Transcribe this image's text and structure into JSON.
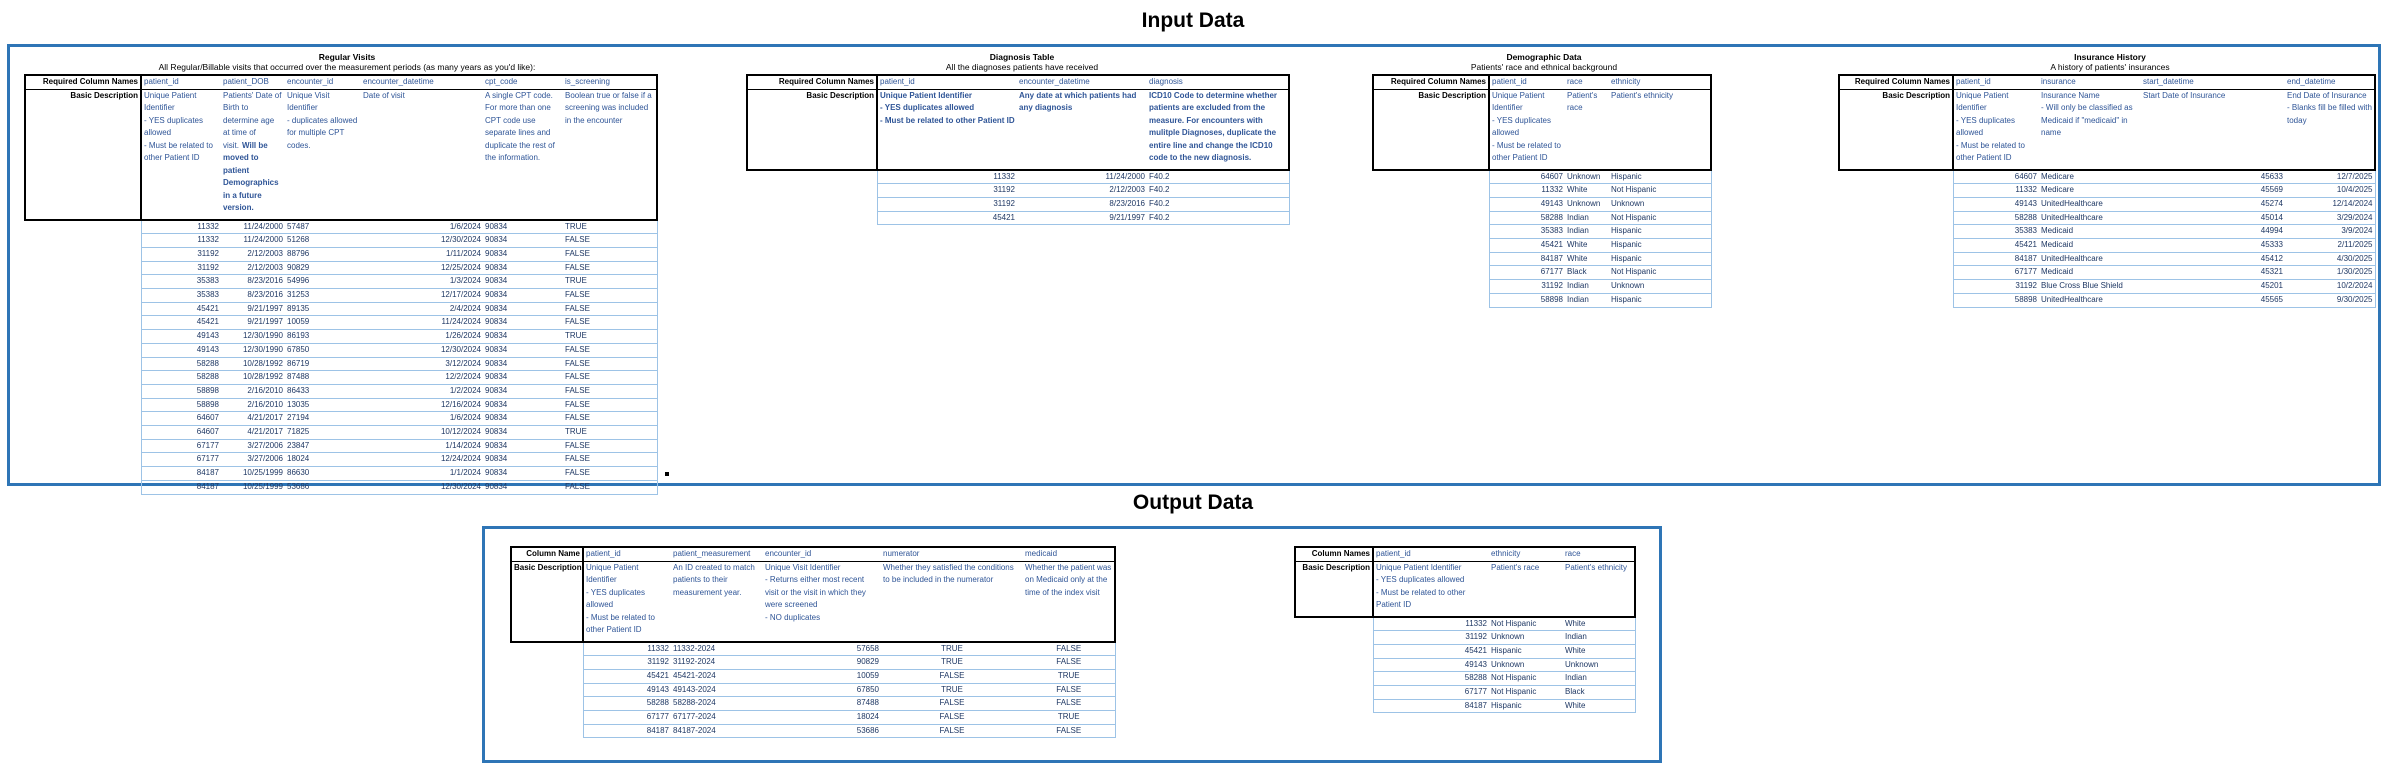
{
  "titles": {
    "input": "Input Data",
    "output": "Output Data"
  },
  "row_labels": {
    "required": "Required Column Names",
    "basic": "Basic Description",
    "column_name": "Column Name",
    "column_names": "Column Names"
  },
  "regular_visits": {
    "title": "Regular Visits",
    "subtitle": "All Regular/Billable visits that occurred over the measurement periods (as many years as you'd like):",
    "columns": [
      "patient_id",
      "patient_DOB",
      "encounter_id",
      "encounter_datetime",
      "cpt_code",
      "is_screening"
    ],
    "descriptions": [
      [
        "Unique Patient Identifier",
        "- YES duplicates allowed",
        "- Must be related to other Patient ID"
      ],
      [
        "Patients' Date of Birth to determine age at time of visit.",
        "Will be moved to patient Demographics in a future version."
      ],
      [
        "Unique Visit Identifier",
        "- duplicates allowed for multiple CPT codes."
      ],
      [
        "Date of visit"
      ],
      [
        "A single CPT code. For more than one CPT code use separate lines and duplicate the rest of the information."
      ],
      [
        "Boolean true or false if a screening was included in the encounter"
      ]
    ],
    "rows": [
      [
        "11332",
        "11/24/2000",
        "57487",
        "1/6/2024",
        "90834",
        "TRUE"
      ],
      [
        "11332",
        "11/24/2000",
        "51268",
        "12/30/2024",
        "90834",
        "FALSE"
      ],
      [
        "31192",
        "2/12/2003",
        "88796",
        "1/11/2024",
        "90834",
        "FALSE"
      ],
      [
        "31192",
        "2/12/2003",
        "90829",
        "12/25/2024",
        "90834",
        "FALSE"
      ],
      [
        "35383",
        "8/23/2016",
        "54996",
        "1/3/2024",
        "90834",
        "TRUE"
      ],
      [
        "35383",
        "8/23/2016",
        "31253",
        "12/17/2024",
        "90834",
        "FALSE"
      ],
      [
        "45421",
        "9/21/1997",
        "89135",
        "2/4/2024",
        "90834",
        "FALSE"
      ],
      [
        "45421",
        "9/21/1997",
        "10059",
        "11/24/2024",
        "90834",
        "FALSE"
      ],
      [
        "49143",
        "12/30/1990",
        "86193",
        "1/26/2024",
        "90834",
        "TRUE"
      ],
      [
        "49143",
        "12/30/1990",
        "67850",
        "12/30/2024",
        "90834",
        "FALSE"
      ],
      [
        "58288",
        "10/28/1992",
        "86719",
        "3/12/2024",
        "90834",
        "FALSE"
      ],
      [
        "58288",
        "10/28/1992",
        "87488",
        "12/2/2024",
        "90834",
        "FALSE"
      ],
      [
        "58898",
        "2/16/2010",
        "86433",
        "1/2/2024",
        "90834",
        "FALSE"
      ],
      [
        "58898",
        "2/16/2010",
        "13035",
        "12/16/2024",
        "90834",
        "FALSE"
      ],
      [
        "64607",
        "4/21/2017",
        "27194",
        "1/6/2024",
        "90834",
        "FALSE"
      ],
      [
        "64607",
        "4/21/2017",
        "71825",
        "10/12/2024",
        "90834",
        "TRUE"
      ],
      [
        "67177",
        "3/27/2006",
        "23847",
        "1/14/2024",
        "90834",
        "FALSE"
      ],
      [
        "67177",
        "3/27/2006",
        "18024",
        "12/24/2024",
        "90834",
        "FALSE"
      ],
      [
        "84187",
        "10/25/1999",
        "86630",
        "1/1/2024",
        "90834",
        "FALSE"
      ],
      [
        "84187",
        "10/25/1999",
        "53686",
        "12/30/2024",
        "90834",
        "FALSE"
      ]
    ]
  },
  "diagnosis": {
    "title": "Diagnosis Table",
    "subtitle": "All the diagnoses patients have received",
    "columns": [
      "patient_id",
      "encounter_datetime",
      "diagnosis"
    ],
    "descriptions": [
      [
        "Unique Patient Identifier",
        "- YES duplicates allowed",
        "- Must be related to other Patient ID"
      ],
      [
        "Any date at which patients had any diagnosis"
      ],
      [
        "ICD10 Code to determine whether patients are excluded from the measure. For encounters with mulitple Diagnoses, duplicate the entire line and change the ICD10 code to the new diagnosis."
      ]
    ],
    "rows": [
      [
        "11332",
        "11/24/2000",
        "F40.2"
      ],
      [
        "31192",
        "2/12/2003",
        "F40.2"
      ],
      [
        "31192",
        "8/23/2016",
        "F40.2"
      ],
      [
        "45421",
        "9/21/1997",
        "F40.2"
      ]
    ]
  },
  "demographic": {
    "title": "Demographic Data",
    "subtitle": "Patients' race and ethnical background",
    "columns": [
      "patient_id",
      "race",
      "ethnicity"
    ],
    "descriptions": [
      [
        "Unique Patient Identifier",
        "- YES duplicates allowed",
        "- Must be related to other Patient ID"
      ],
      [
        "Patient's race"
      ],
      [
        "Patient's ethnicity"
      ]
    ],
    "rows": [
      [
        "64607",
        "Unknown",
        "Hispanic"
      ],
      [
        "11332",
        "White",
        "Not Hispanic"
      ],
      [
        "49143",
        "Unknown",
        "Unknown"
      ],
      [
        "58288",
        "Indian",
        "Not Hispanic"
      ],
      [
        "35383",
        "Indian",
        "Hispanic"
      ],
      [
        "45421",
        "White",
        "Hispanic"
      ],
      [
        "84187",
        "White",
        "Hispanic"
      ],
      [
        "67177",
        "Black",
        "Not Hispanic"
      ],
      [
        "31192",
        "Indian",
        "Unknown"
      ],
      [
        "58898",
        "Indian",
        "Hispanic"
      ]
    ]
  },
  "insurance": {
    "title": "Insurance History",
    "subtitle": "A history of patients' insurances",
    "columns": [
      "patient_id",
      "insurance",
      "start_datetime",
      "end_datetime"
    ],
    "descriptions": [
      [
        "Unique Patient Identifier",
        "- YES duplicates allowed",
        "- Must be related to other Patient ID"
      ],
      [
        "Insurance Name",
        "- Will only be classified as Medicaid if \"medicaid\" in name"
      ],
      [
        "Start Date of Insurance"
      ],
      [
        "End Date of Insurance",
        "- Blanks fill be filled with today"
      ]
    ],
    "rows": [
      [
        "64607",
        "Medicare",
        "45633",
        "12/7/2025"
      ],
      [
        "11332",
        "Medicare",
        "45569",
        "10/4/2025"
      ],
      [
        "49143",
        "UnitedHealthcare",
        "45274",
        "12/14/2024"
      ],
      [
        "58288",
        "UnitedHealthcare",
        "45014",
        "3/29/2024"
      ],
      [
        "35383",
        "Medicaid",
        "44994",
        "3/9/2024"
      ],
      [
        "45421",
        "Medicaid",
        "45333",
        "2/11/2025"
      ],
      [
        "84187",
        "UnitedHealthcare",
        "45412",
        "4/30/2025"
      ],
      [
        "67177",
        "Medicaid",
        "45321",
        "1/30/2025"
      ],
      [
        "31192",
        "Blue Cross Blue Shield",
        "45201",
        "10/2/2024"
      ],
      [
        "58898",
        "UnitedHealthcare",
        "45565",
        "9/30/2025"
      ]
    ]
  },
  "output_main": {
    "columns": [
      "patient_id",
      "patient_measurement",
      "encounter_id",
      "numerator",
      "medicaid"
    ],
    "descriptions": [
      [
        "Unique Patient Identifier",
        "- YES duplicates allowed",
        "- Must be related to other Patient ID"
      ],
      [
        "An ID created to match patients to their measurement year."
      ],
      [
        "Unique Visit Identifier",
        "- Returns either most recent visit or the visit in which they were screened",
        "- NO duplicates"
      ],
      [
        "Whether they satisfied the conditions to be included in the numerator"
      ],
      [
        "Whether the patient was on Medicaid only at the time of the index visit"
      ]
    ],
    "rows": [
      [
        "11332",
        "11332-2024",
        "57658",
        "TRUE",
        "FALSE"
      ],
      [
        "31192",
        "31192-2024",
        "90829",
        "TRUE",
        "FALSE"
      ],
      [
        "45421",
        "45421-2024",
        "10059",
        "FALSE",
        "TRUE"
      ],
      [
        "49143",
        "49143-2024",
        "67850",
        "TRUE",
        "FALSE"
      ],
      [
        "58288",
        "58288-2024",
        "87488",
        "FALSE",
        "FALSE"
      ],
      [
        "67177",
        "67177-2024",
        "18024",
        "FALSE",
        "TRUE"
      ],
      [
        "84187",
        "84187-2024",
        "53686",
        "FALSE",
        "FALSE"
      ]
    ]
  },
  "output_demo": {
    "columns": [
      "patient_id",
      "ethnicity",
      "race"
    ],
    "descriptions": [
      [
        "Unique Patient Identifier",
        "- YES duplicates allowed",
        "- Must be related to other Patient ID"
      ],
      [
        "Patient's race"
      ],
      [
        "Patient's ethnicity"
      ]
    ],
    "rows": [
      [
        "11332",
        "Not Hispanic",
        "White"
      ],
      [
        "31192",
        "Unknown",
        "Indian"
      ],
      [
        "45421",
        "Hispanic",
        "White"
      ],
      [
        "49143",
        "Unknown",
        "Unknown"
      ],
      [
        "58288",
        "Not Hispanic",
        "Indian"
      ],
      [
        "67177",
        "Not Hispanic",
        "Black"
      ],
      [
        "84187",
        "Hispanic",
        "White"
      ]
    ]
  }
}
